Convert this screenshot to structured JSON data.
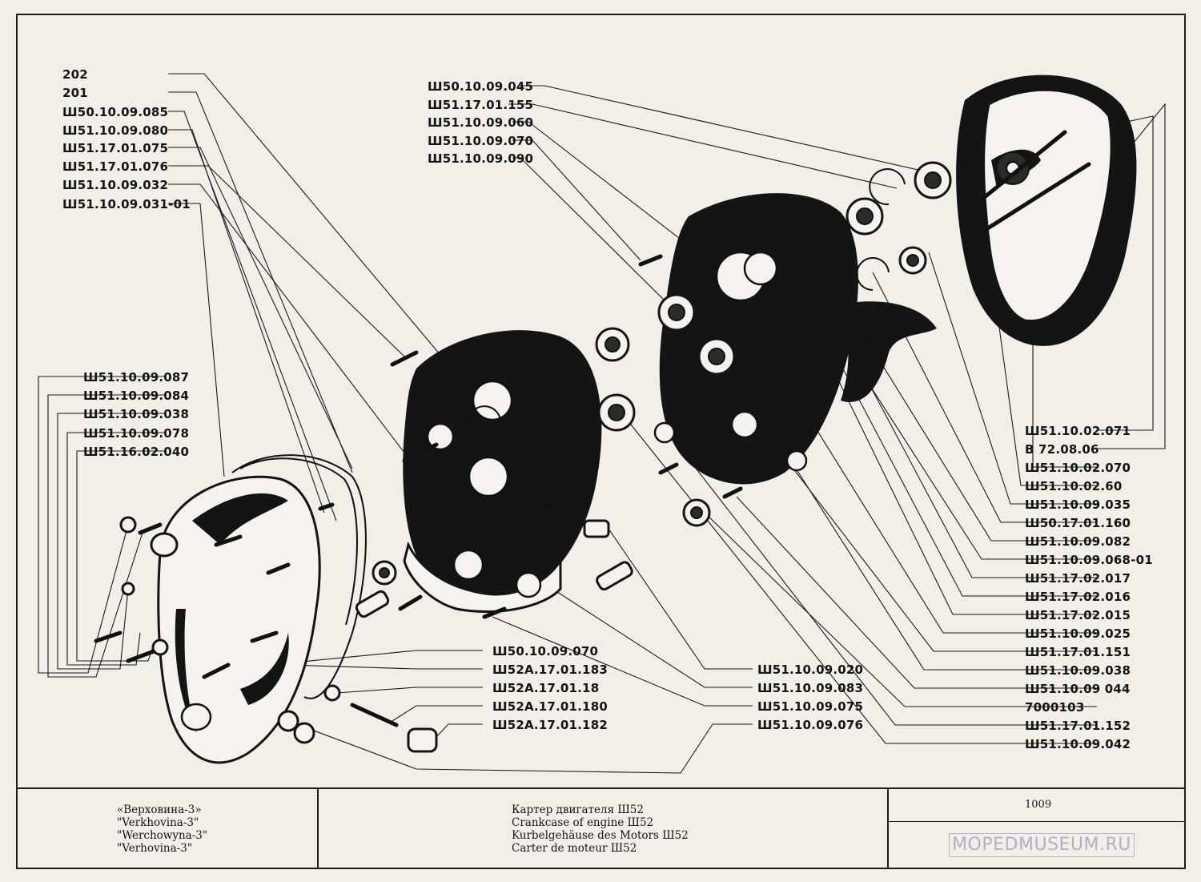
{
  "diagram": {
    "labels_top_left": [
      "202",
      "201",
      "Ш50.10.09.085",
      "Ш51.10.09.080",
      "Ш51.17.01.075",
      "Ш51.17.01.076",
      "Ш51.10.09.032",
      "Ш51.10.09.031-01"
    ],
    "labels_left": [
      "Ш51.10.09.087",
      "Ш51.10.09.084",
      "Ш51.10.09.038",
      "Ш51.10.09.078",
      "Ш51.16.02.040"
    ],
    "labels_top_center": [
      "Ш50.10.09.045",
      "Ш51.17.01.155",
      "Ш51.10.09.060",
      "Ш51.10.09.070",
      "Ш51.10.09.090"
    ],
    "labels_bottom_center": [
      "Ш50.10.09.070",
      "Ш52А.17.01.183",
      "Ш52А.17.01.18",
      "Ш52А.17.01.180",
      "Ш52А.17.01.182"
    ],
    "labels_bottom_mid": [
      "Ш51.10.09.020",
      "Ш51.10.09.083",
      "Ш51.10.09.075",
      "Ш51.10.09.076"
    ],
    "labels_right": [
      "Ш51.10.02.071",
      "В 72.08.06",
      "Ш51.10.02.070",
      "Ш51.10.02.60",
      "Ш51.10.09.035",
      "Ш50.17.01.160",
      "Ш51.10.09.082",
      "Ш51.10.09.068-01",
      "Ш51.17.02.017",
      "Ш51.17.02.016",
      "Ш51.17.02.015",
      "Ш51.10.09.025",
      "Ш51.17.01.151",
      "Ш51.10.09.038",
      "Ш51.10.09 044",
      "7000103",
      "Ш51.17.01.152",
      "Ш51.10.09.042"
    ]
  },
  "title_block": {
    "model_names": [
      "«Верховина-3»",
      "\"Verkhovina-3\"",
      "\"Werchowyna-3\"",
      "\"Verhovina-3\""
    ],
    "descriptions": [
      "Картер двигателя Ш52",
      "Crankcase of engine Ш52",
      "Kurbelgehäuse des Motors Ш52",
      "Carter de moteur Ш52"
    ],
    "sheet_number": "1009"
  },
  "watermark": "MOPEDMUSEUM.RU"
}
